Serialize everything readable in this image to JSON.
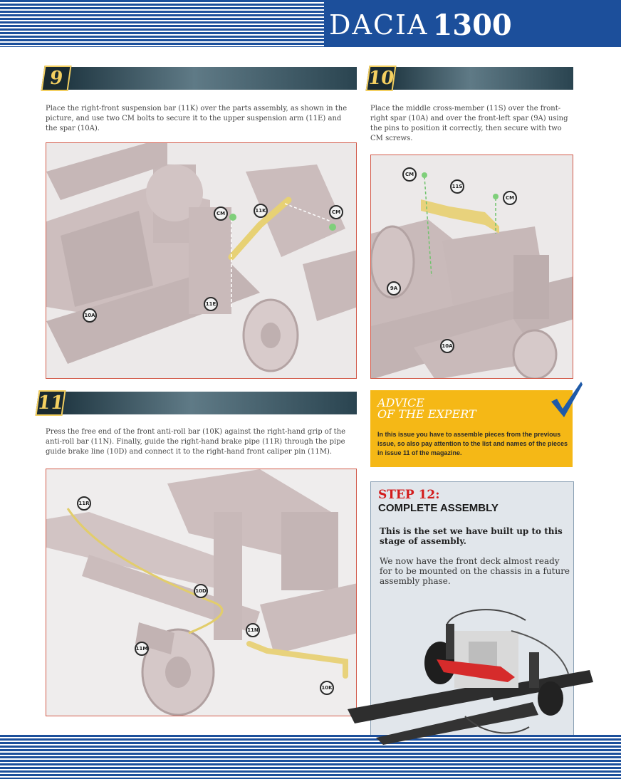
{
  "header": {
    "brand_word": "DACIA",
    "brand_number": "1300"
  },
  "steps": [
    {
      "number": "9",
      "text": "Place the right-front suspension bar (11K) over the parts assembly, as shown in the picture, and use two CM bolts to secure it to the upper suspension arm (11E) and the spar (10A).",
      "callouts": [
        "CM",
        "11K",
        "CM",
        "11E",
        "10A"
      ]
    },
    {
      "number": "10",
      "text": "Place the middle cross-member (11S) over the front-right spar (10A) and over the front-left spar (9A) using the pins to position it correctly, then secure with two CM screws.",
      "callouts": [
        "CM",
        "11S",
        "CM",
        "9A",
        "10A"
      ]
    },
    {
      "number": "11",
      "text": "Press the free end of the front anti-roll bar (10K) against the right-hand grip of the anti-roll bar (11N). Finally, guide the right-hand brake pipe (11R) through the pipe guide brake line (10D) and connect it to the right-hand front caliper pin (11M).",
      "callouts": [
        "11R",
        "10D",
        "11N",
        "11M",
        "10K"
      ]
    }
  ],
  "advice": {
    "title_line1": "ADVICE",
    "title_line2": "OF THE EXPERT",
    "text": "In this issue you have to assemble pieces from the previous issue, so also pay attention to the list and names of the pieces in issue 11 of the magazine."
  },
  "step12": {
    "label": "STEP 12:",
    "title": "COMPLETE ASSEMBLY",
    "lead": "This is the set we have built up to this stage of assembly.",
    "body": "We now have the front deck almost ready for to be mounted on the chassis in a future assembly phase."
  },
  "colors": {
    "brand_blue": "#1c4f9b",
    "step_number_gold": "#f4d060",
    "advice_yellow": "#f5b816",
    "step12_red": "#d31c1c",
    "figure_border": "#d25a4a"
  }
}
